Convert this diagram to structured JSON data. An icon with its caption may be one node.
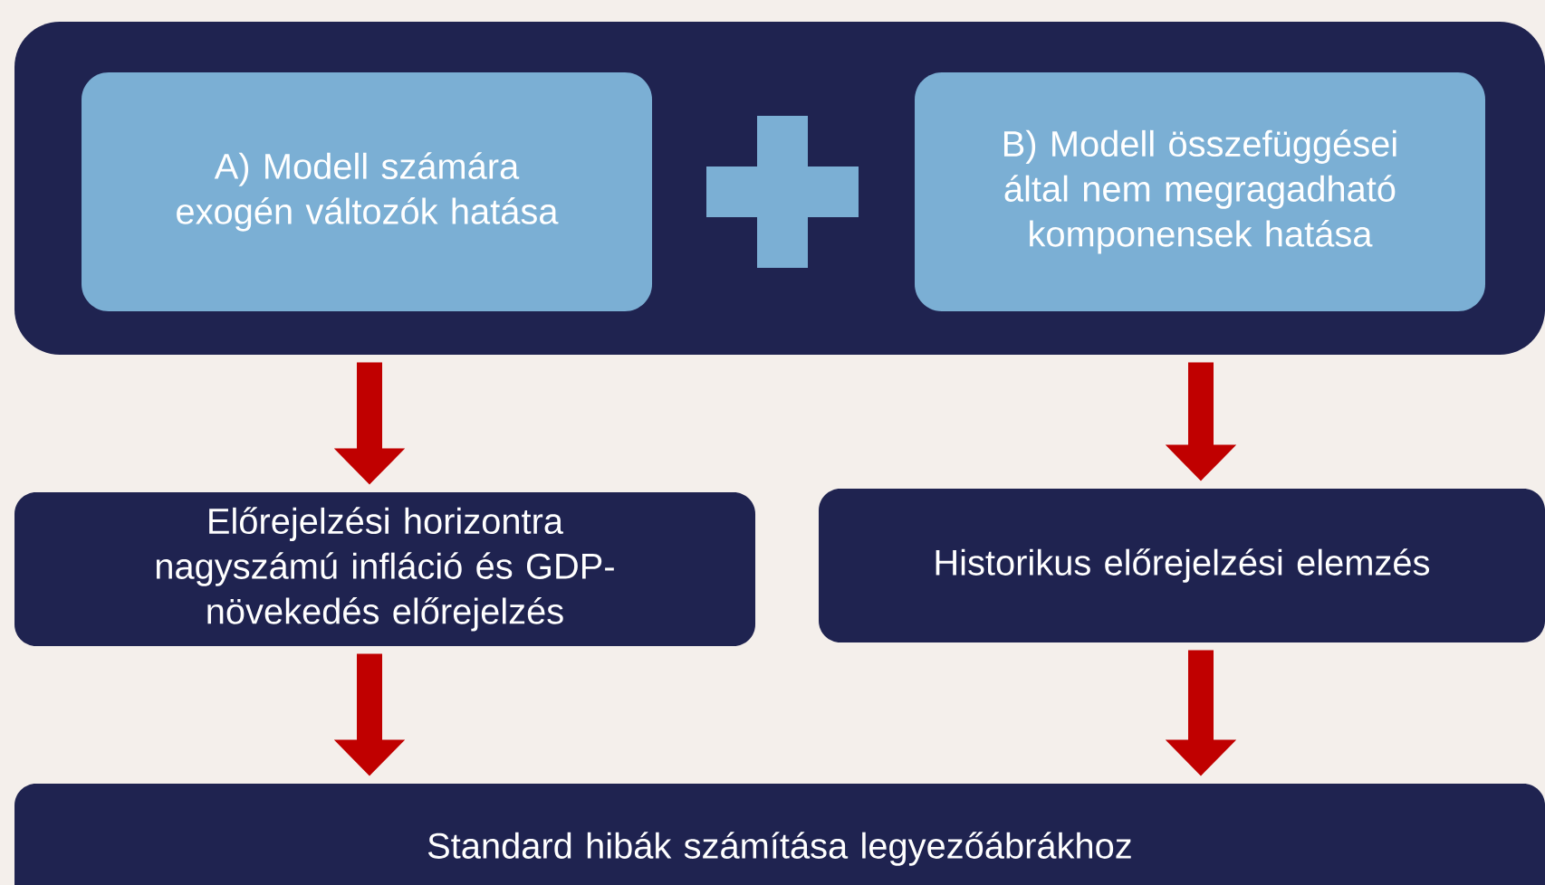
{
  "diagram": {
    "nodes": [
      {
        "text": [],
        "shape": "box"
      },
      {
        "text": [
          "A) Modell számára exogén változók hatása"
        ],
        "in": 0
      },
      {
        "text": [
          "B) Modell összefüggései által nem megragadható komponensek hatása"
        ],
        "in": 0
      },
      {
        "text": [
          "Előrejelzési horizontra nagyszámú infláció és GDP-növekedés előrejelzés"
        ]
      },
      {
        "text": [
          "Historikus előrejelzési elemzés"
        ]
      },
      {
        "text": [
          "Standard hibák számítása legyezőábrákhoz"
        ]
      }
    ],
    "edges": [
      {
        "from": 0,
        "to": 3,
        "arrow": "to"
      },
      {
        "from": 0,
        "to": 4,
        "arrow": "to"
      },
      {
        "from": 3,
        "to": 5,
        "arrow": "to"
      },
      {
        "from": 4,
        "to": 5,
        "arrow": "to"
      }
    ]
  }
}
